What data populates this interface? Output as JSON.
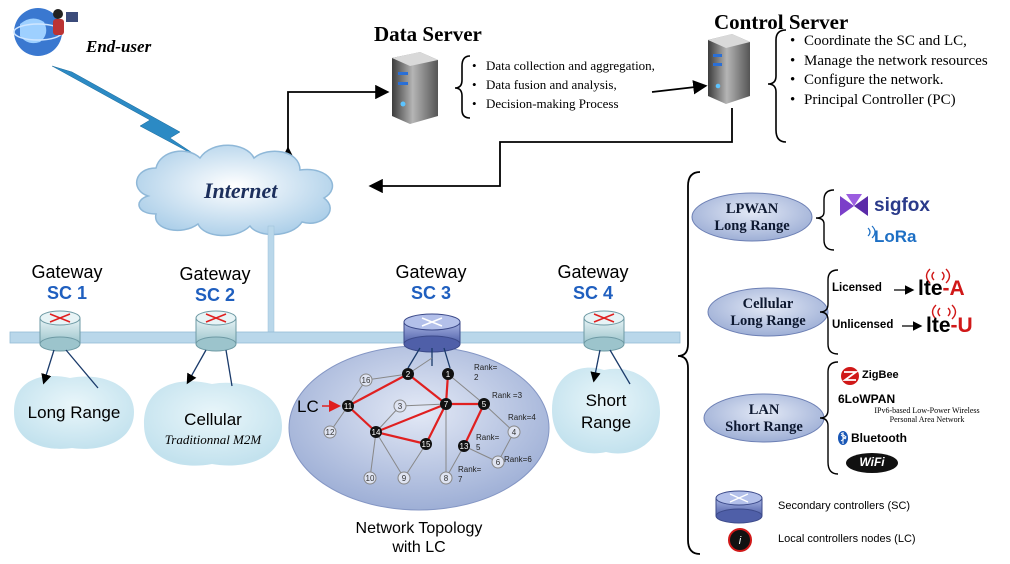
{
  "end_user": {
    "label": "End-user"
  },
  "data_server": {
    "title": "Data Server",
    "bullets": [
      "Data collection and aggregation,",
      "Data fusion and analysis,",
      "Decision-making Process"
    ]
  },
  "control_server": {
    "title": "Control Server",
    "bullets": [
      "Coordinate the SC and LC,",
      "Manage the network resources",
      "Configure the network.",
      "Principal Controller (PC)"
    ]
  },
  "internet": {
    "label": "Internet"
  },
  "gateways": [
    {
      "label": "Gateway",
      "sc": "SC 1"
    },
    {
      "label": "Gateway",
      "sc": "SC 2"
    },
    {
      "label": "Gateway",
      "sc": "SC 3"
    },
    {
      "label": "Gateway",
      "sc": "SC 4"
    }
  ],
  "bubbles": {
    "long_range": "Long Range",
    "cellular": "Cellular",
    "cellular_sub": "Traditionnal M2M",
    "short_range": "Short Range"
  },
  "topology": {
    "lc_label": "LC",
    "caption_line1": "Network Topology",
    "caption_line2": "with LC",
    "nodes": [
      "1",
      "2",
      "3",
      "4",
      "5",
      "6",
      "7",
      "8",
      "9",
      "10",
      "11",
      "12",
      "13",
      "14",
      "15",
      "16"
    ],
    "rank_labels": [
      "Rank=\n2",
      "Rank =3",
      "Rank=4",
      "Rank=\n5",
      "Rank=6",
      "Rank=\n7"
    ]
  },
  "technologies": {
    "lpwan": {
      "line1": "LPWAN",
      "line2": "Long Range",
      "items": [
        "sigfox",
        "LoRa"
      ]
    },
    "cellular": {
      "line1": "Cellular",
      "line2": "Long Range",
      "licensed": "Licensed",
      "unlicensed": "Unlicensed",
      "lte_a": "-A",
      "lte_u": "-U",
      "lte": "lte"
    },
    "lan": {
      "line1": "LAN",
      "line2": "Short Range",
      "zigbee": "ZigBee",
      "sixlowpan": "6LoWPAN",
      "sixlowpan_desc": "IPv6-based Low-Power Wireless Personal Area Network",
      "bluetooth": "Bluetooth",
      "wifi": "WiFi"
    }
  },
  "legend": {
    "sc": "Secondary controllers (SC)",
    "lc": "Local controllers nodes (LC)",
    "lc_symbol": "i"
  },
  "colors": {
    "accent_blue": "#1f5fbf",
    "link_red": "#e02020",
    "ellipse_fill": "#b9c6e4",
    "bubble_fill": "#d3edf4",
    "bus": "#b9d7ea"
  }
}
